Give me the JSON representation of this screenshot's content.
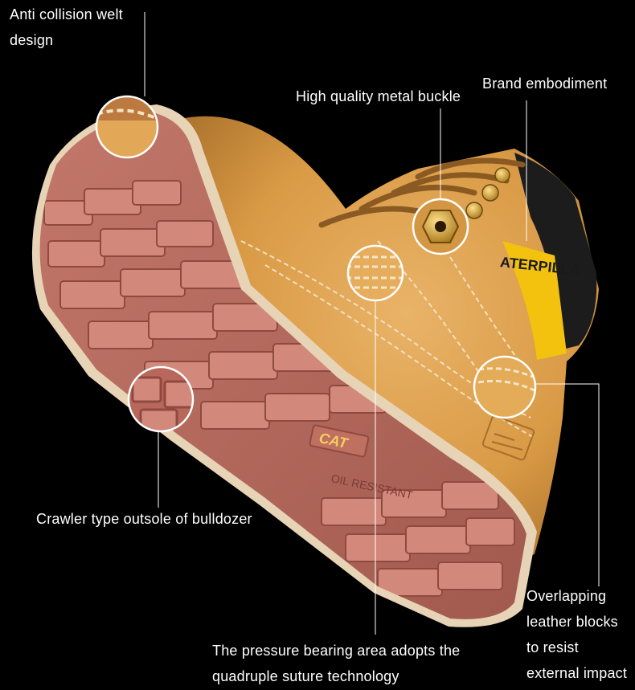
{
  "colors": {
    "background": "#000000",
    "text": "#ffffff",
    "leather": "#d99a45",
    "sole": "#b8675a",
    "sole_dark": "#8f4a40",
    "welt": "#e7d3b6",
    "collar": "#1c1c1c",
    "brand_tape": "#f2c20f",
    "buckle": "#c99a2e"
  },
  "icons": [
    "boot-illustration",
    "callout-circle",
    "leader-line"
  ],
  "image": {
    "description_labels": {
      "sole_brand": "CAT",
      "sole_text": "OIL RESISTANT",
      "tape_text": "ATERPILLA"
    }
  },
  "callouts": {
    "welt": {
      "lines": [
        "Anti collision welt",
        "design"
      ]
    },
    "buckle": {
      "lines": [
        "High quality metal buckle"
      ]
    },
    "brand": {
      "lines": [
        "Brand embodiment"
      ]
    },
    "crawler": {
      "lines": [
        "Crawler type outsole of bulldozer"
      ]
    },
    "pressure": {
      "lines": [
        "The pressure bearing area adopts the",
        "quadruple suture technology"
      ]
    },
    "overlap": {
      "lines": [
        "Overlapping",
        "leather blocks",
        "to resist",
        "external impact"
      ]
    }
  }
}
